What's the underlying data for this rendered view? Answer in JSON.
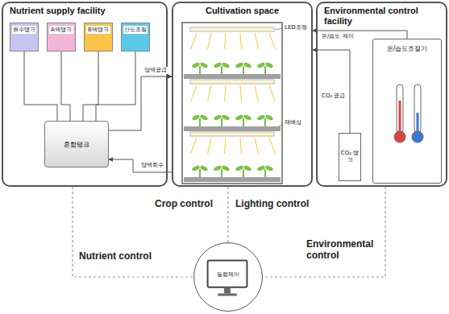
{
  "diagram": {
    "nodes": [
      {
        "text": [
          "Nutrient supply facility"
        ]
      },
      {
        "text": [
          "원수탱크"
        ],
        "in": 0
      },
      {
        "text": [
          "A액탱크"
        ],
        "in": 0
      },
      {
        "text": [
          "B액탱크"
        ],
        "in": 0
      },
      {
        "text": [
          "산도조절"
        ],
        "in": 0
      },
      {
        "text": [
          "혼합탱크"
        ],
        "in": 0
      },
      {
        "text": [
          "Cultivation space"
        ]
      },
      {
        "text": [
          "Environmental control facility"
        ]
      },
      {
        "text": [
          "CO₂ 탱크"
        ],
        "in": 7
      },
      {
        "text": [
          "온/습도조절기"
        ],
        "in": 7
      },
      {
        "text": [
          "통합제어"
        ]
      }
    ],
    "edges": [
      {
        "from": 1,
        "to": 5,
        "arrow": "none"
      },
      {
        "from": 2,
        "to": 5,
        "arrow": "none"
      },
      {
        "from": 3,
        "to": 5,
        "arrow": "none"
      },
      {
        "from": 4,
        "to": 5,
        "arrow": "none"
      },
      {
        "from": 5,
        "to": 6,
        "label": "양액공급",
        "arrow": "to"
      },
      {
        "from": 6,
        "to": 5,
        "label": "양액회수",
        "arrow": "to"
      },
      {
        "from": 8,
        "to": 6,
        "label": "CO₂ 공급",
        "arrow": "to"
      },
      {
        "from": 9,
        "to": 6,
        "label": "온/습도 제어",
        "arrow": "to"
      },
      {
        "from": 0,
        "to": 10,
        "label": "Nutrient control",
        "arrow": "none"
      },
      {
        "from": 6,
        "to": 10,
        "arrow": "none"
      },
      {
        "from": 7,
        "to": 10,
        "label": "Environmental control",
        "arrow": "none"
      }
    ],
    "labels": [
      "LED조명",
      "재배상",
      "Crop control",
      "Lighting control"
    ]
  }
}
